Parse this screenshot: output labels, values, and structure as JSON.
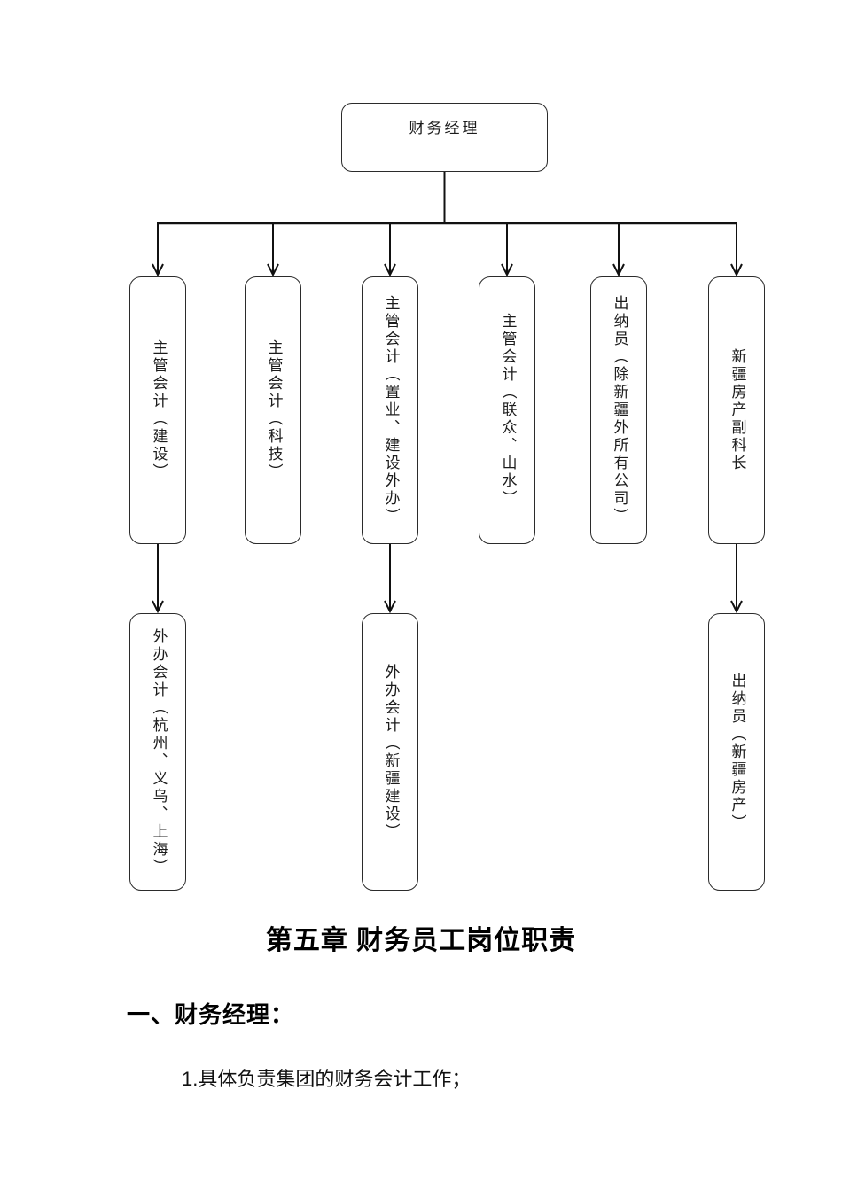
{
  "org_chart": {
    "line_color": "#111111",
    "root": {
      "label": "财务经理"
    },
    "level2": [
      {
        "label": "主管会计（建设）"
      },
      {
        "label": "主管会计（科技）"
      },
      {
        "label": "主管会计（置业、建设外办）"
      },
      {
        "label": "主管会计（联众、山水）"
      },
      {
        "label": "出纳员（除新疆外所有公司）"
      },
      {
        "label": "新疆房产副科长"
      }
    ],
    "level3": [
      {
        "label": "外办会计（杭州、义乌、上海）",
        "parent": "主管会计（建设）"
      },
      {
        "label": "外办会计（新疆建设）",
        "parent": "主管会计（置业、建设外办）"
      },
      {
        "label": "出纳员（新疆房产）",
        "parent": "新疆房产副科长"
      }
    ],
    "edges": [
      {
        "from": "财务经理",
        "to": "主管会计（建设）"
      },
      {
        "from": "财务经理",
        "to": "主管会计（科技）"
      },
      {
        "from": "财务经理",
        "to": "主管会计（置业、建设外办）"
      },
      {
        "from": "财务经理",
        "to": "主管会计（联众、山水）"
      },
      {
        "from": "财务经理",
        "to": "出纳员（除新疆外所有公司）"
      },
      {
        "from": "财务经理",
        "to": "新疆房产副科长"
      },
      {
        "from": "主管会计（建设）",
        "to": "外办会计（杭州、义乌、上海）"
      },
      {
        "from": "主管会计（置业、建设外办）",
        "to": "外办会计（新疆建设）"
      },
      {
        "from": "新疆房产副科长",
        "to": "出纳员（新疆房产）"
      }
    ]
  },
  "document": {
    "chapter_heading": "第五章 财务员工岗位职责",
    "section_heading": "一、财务经理：",
    "body_line_1": "1.具体负责集团的财务会计工作；"
  }
}
